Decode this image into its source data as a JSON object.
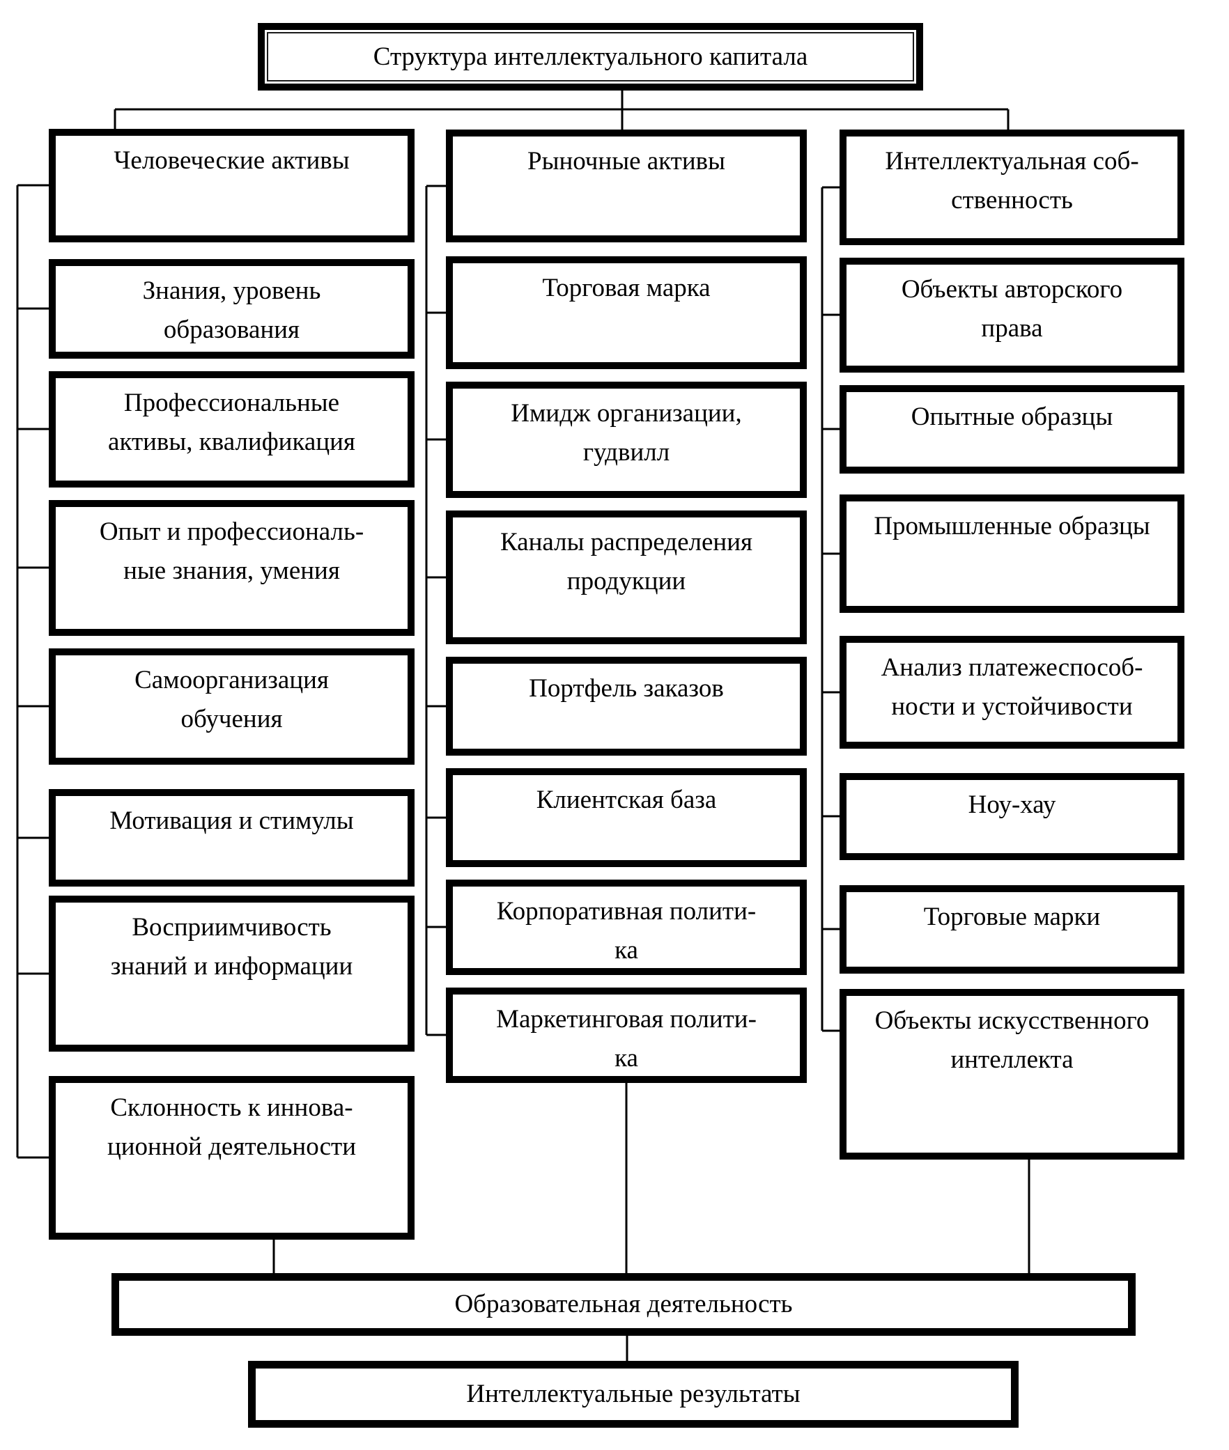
{
  "title": "Структура интеллектуального капитала",
  "columns": [
    {
      "header": "Человеческие активы",
      "items": [
        "Знания, уровень\nобразования",
        "Профессиональные\nактивы, квалификация",
        "Опыт и профессиональ-\nные знания, умения",
        "Самоорганизация\nобучения",
        "Мотивация и стимулы",
        "Восприимчивость\nзнаний и информации",
        "Склонность к иннова-\nционной деятельности"
      ]
    },
    {
      "header": "Рыночные активы",
      "items": [
        "Торговая марка",
        "Имидж организации,\nгудвилл",
        "Каналы распределения\nпродукции",
        "Портфель заказов",
        "Клиентская база",
        "Корпоративная полити-\nка",
        "Маркетинговая полити-\nка"
      ]
    },
    {
      "header": "Интеллектуальная соб-\nственность",
      "items": [
        "Объекты авторского\nправа",
        "Опытные образцы",
        "Промышленные образцы",
        "Анализ платежеспособ-\nности и устойчивости",
        "Ноу-хау",
        "Торговые марки",
        "Объекты искусственного\nинтеллекта"
      ]
    }
  ],
  "footer": {
    "education": "Образовательная деятельность",
    "results": "Интеллектуальные результаты"
  },
  "colors": {
    "line": "#000000",
    "box_border": "#000000",
    "background": "#ffffff",
    "text": "#000000"
  }
}
